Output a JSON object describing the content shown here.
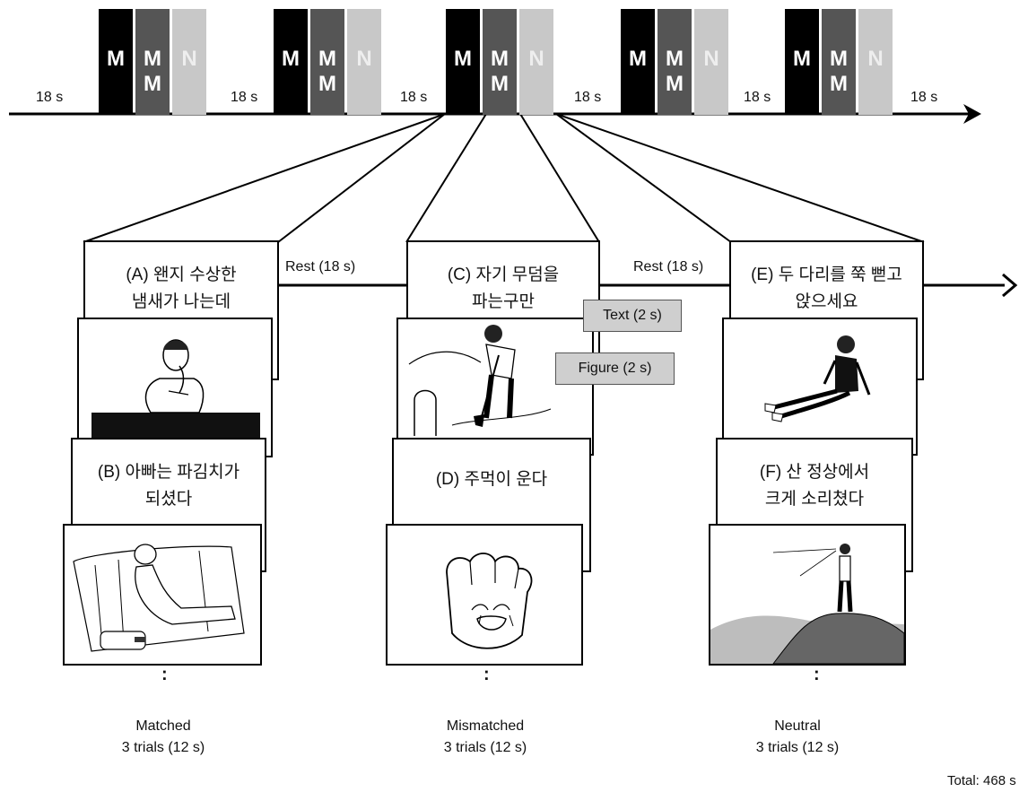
{
  "timeline": {
    "rest_label": "18 s",
    "block_labels": {
      "m1": "M",
      "m2": "M",
      "m2b": "M",
      "n": "N"
    }
  },
  "conditions": {
    "matched": {
      "name": "Matched",
      "detail": "3 trials (12 s)"
    },
    "mismatched": {
      "name": "Mismatched",
      "detail": "3 trials (12 s)"
    },
    "neutral": {
      "name": "Neutral",
      "detail": "3 trials (12 s)"
    }
  },
  "rest_between": "Rest (18 s)",
  "text_tag": "Text (2 s)",
  "figure_tag": "Figure (2 s)",
  "sentences": {
    "A": "(A) 왠지 수상한\n냄새가 나는데",
    "B": "(B) 아빠는 파김치가\n되셨다",
    "C": "(C) 자기 무덤을\n파는구만",
    "D": "(D) 주먹이 운다",
    "E": "(E) 두 다리를 쭉 뻗고\n앉으세요",
    "F": "(F) 산 정상에서\n크게 소리쳤다"
  },
  "continuation": ":",
  "total": "Total: 468 s",
  "colors": {
    "m1": "#000000",
    "m2": "#555555",
    "n": "#c8c8c8",
    "tag": "#cfcfcf"
  },
  "icons": [
    "thinking-man-figure",
    "tired-father-sofa-figure",
    "man-digging-grave-figure",
    "crying-fist-figure",
    "sitting-legs-stretched-figure",
    "shouting-on-peak-figure"
  ]
}
